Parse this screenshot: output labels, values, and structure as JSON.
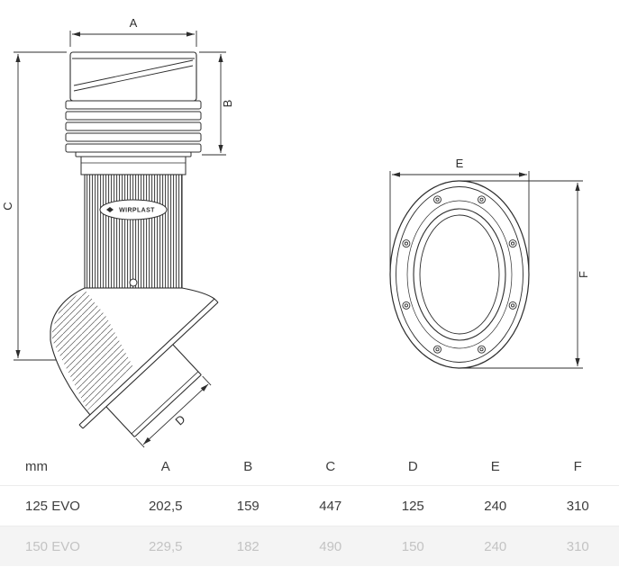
{
  "product_drawing": {
    "badge_label": "WIRPLAST",
    "dim_labels": {
      "a": "A",
      "b": "B",
      "c": "C",
      "d": "D",
      "e": "E",
      "f": "F"
    }
  },
  "table": {
    "unit_label": "mm",
    "columns": [
      "A",
      "B",
      "C",
      "D",
      "E",
      "F"
    ],
    "rows": [
      {
        "model": "125 EVO",
        "values": [
          "202,5",
          "159",
          "447",
          "125",
          "240",
          "310"
        ]
      },
      {
        "model": "150 EVO",
        "values": [
          "229,5",
          "182",
          "490",
          "150",
          "240",
          "310"
        ]
      }
    ]
  },
  "colors": {
    "line": "#2d2d2d",
    "text": "#3d3d3d",
    "muted_text": "#c3c3c3",
    "muted_row_bg": "#f4f4f4",
    "separator": "#ececec"
  }
}
